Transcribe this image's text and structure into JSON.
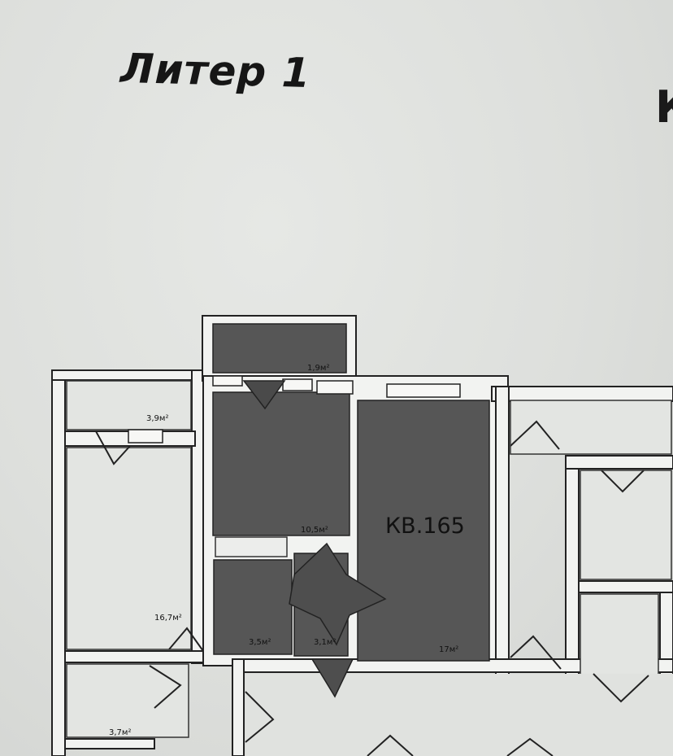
{
  "header": {
    "title": "Литер 1",
    "right_fragment": "К"
  },
  "apartment": {
    "label": "КВ.165",
    "fill_color": "#555555"
  },
  "room_areas": {
    "balcony": "1,9м²",
    "kitchen": "10,5м²",
    "living_room": "17м²",
    "bathroom": "3,5м²",
    "hallway": "3,1м²",
    "left_small_room": "3,9м²",
    "left_room": "16,7м²",
    "left_bottom_room": "3,7м²"
  },
  "colors": {
    "wall": "#202020",
    "wall_fill": "#f2f3f1",
    "room_dark": "#565656",
    "room_light": "#e3e5e2"
  }
}
